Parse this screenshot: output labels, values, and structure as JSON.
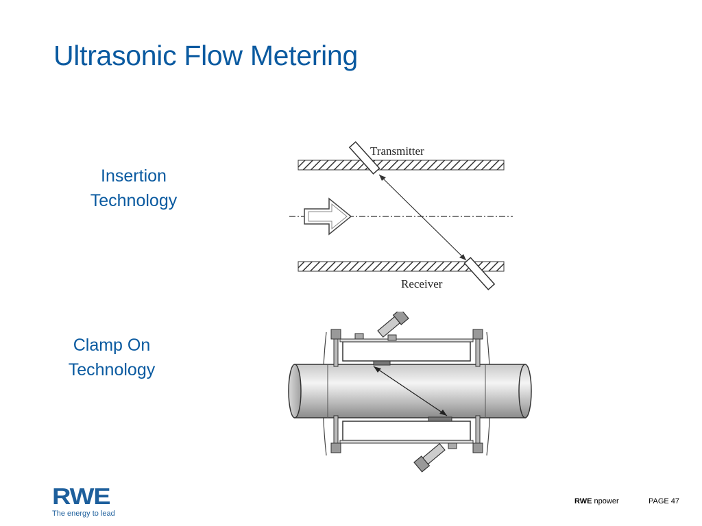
{
  "slide": {
    "title": "Ultrasonic Flow Metering",
    "caption_insertion_line1": "Insertion",
    "caption_insertion_line2": "Technology",
    "caption_clamp_line1": "Clamp On",
    "caption_clamp_line2": "Technology"
  },
  "insertion_diagram": {
    "transmitter_label": "Transmitter",
    "receiver_label": "Receiver"
  },
  "footer": {
    "logo_text": "RWE",
    "tagline": "The energy to lead",
    "brand_bold": "RWE",
    "brand_rest": "npower",
    "page_label": "PAGE 47"
  },
  "colors": {
    "title": "#0a5aa0",
    "logo": "#1d5f9c"
  }
}
